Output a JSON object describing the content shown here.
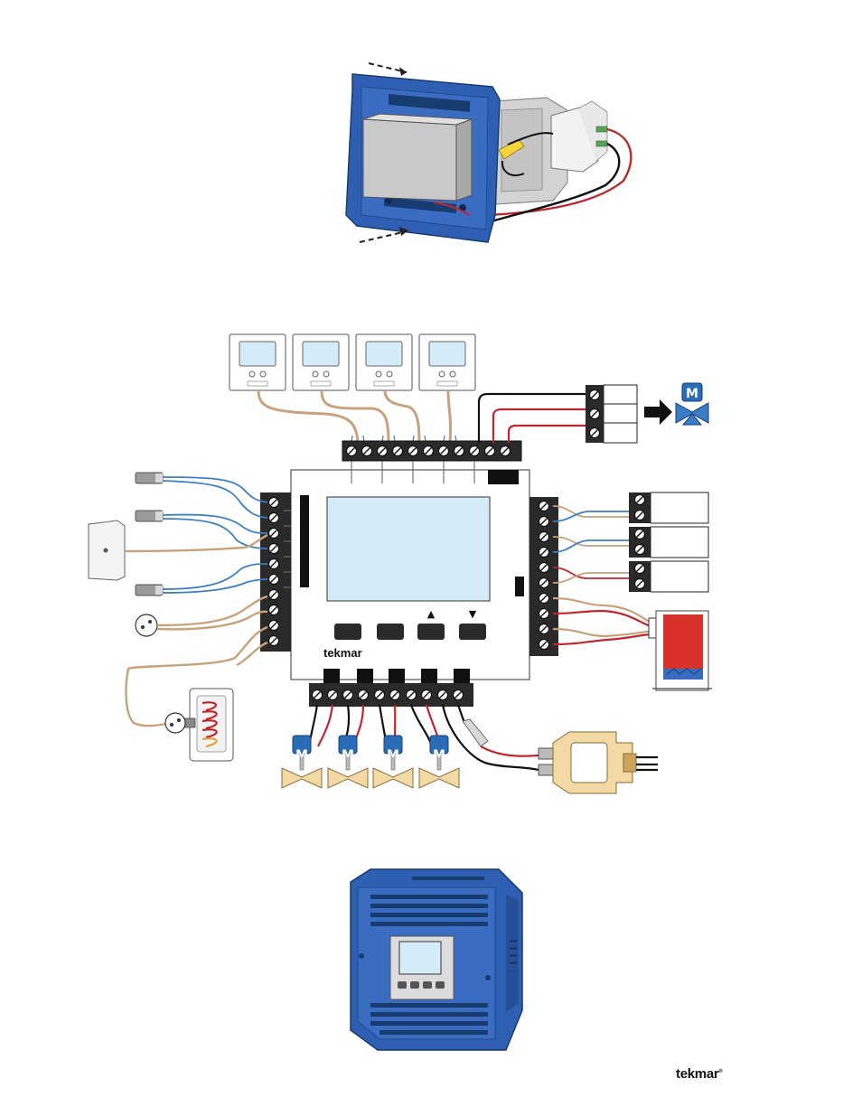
{
  "brand": {
    "logo_text": "tekmar",
    "footer_logo_text": "tekmar"
  },
  "controller": {
    "up_arrow": "▲",
    "down_arrow": "▼"
  },
  "actuator_label": "M",
  "colors": {
    "enclosure_blue": "#2f5fb3",
    "display_blue": "#d4ecf7",
    "wire_red": "#c0272d",
    "wire_blue": "#3b7fc4",
    "wire_tan": "#c8a27a",
    "valve_tan": "#f3d9a3",
    "boiler_red": "#d9312b",
    "actuator_blue": "#2b6cb8"
  },
  "icons": [
    "thermostat-icon",
    "sensor-probe-icon",
    "outdoor-sensor-icon",
    "tank-sensor-icon",
    "indirect-tank-icon",
    "zone-valve-icon",
    "mixing-valve-icon",
    "boiler-icon",
    "transformer-icon",
    "terminal-block-icon",
    "arrow-right-icon"
  ]
}
